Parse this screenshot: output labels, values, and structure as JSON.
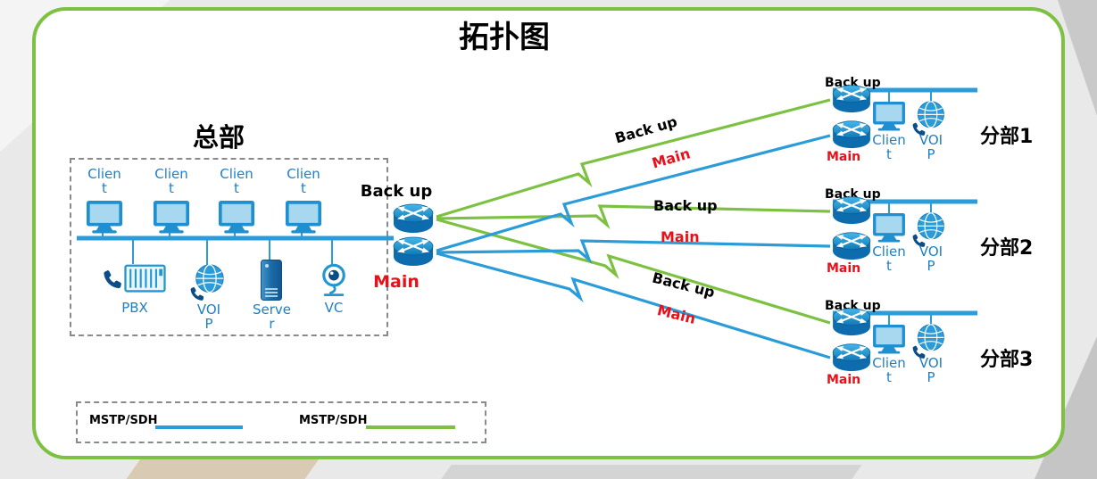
{
  "title": "拓扑图",
  "headquarters": {
    "label": "总部",
    "clients": [
      {
        "label": "Client"
      },
      {
        "label": "Client"
      },
      {
        "label": "Client"
      },
      {
        "label": "Client"
      }
    ],
    "devices": [
      {
        "label": "PBX"
      },
      {
        "label": "VOIP"
      },
      {
        "label": "Server"
      },
      {
        "label": "VC"
      }
    ]
  },
  "core_routers": {
    "backup_label": "Back up",
    "main_label": "Main"
  },
  "links": [
    {
      "label": "Back up",
      "line": "green",
      "to": "分部1"
    },
    {
      "label": "Main",
      "line": "blue",
      "to": "分部1"
    },
    {
      "label": "Back up",
      "line": "green",
      "to": "分部2"
    },
    {
      "label": "Main",
      "line": "blue",
      "to": "分部2"
    },
    {
      "label": "Back up",
      "line": "green",
      "to": "分部3"
    },
    {
      "label": "Main",
      "line": "blue",
      "to": "分部3"
    }
  ],
  "branches": [
    {
      "name": "分部1",
      "backup_label": "Back up",
      "main_label": "Main",
      "client_label": "Client",
      "voip_label": "VOIP"
    },
    {
      "name": "分部2",
      "backup_label": "Back up",
      "main_label": "Main",
      "client_label": "Client",
      "voip_label": "VOIP"
    },
    {
      "name": "分部3",
      "backup_label": "Back up",
      "main_label": "Main",
      "client_label": "Client",
      "voip_label": "VOIP"
    }
  ],
  "legend": {
    "items": [
      {
        "label": "MSTP/SDH",
        "color": "#2B9CD8"
      },
      {
        "label": "MSTP/SDH",
        "color": "#7CC142"
      }
    ]
  },
  "colors": {
    "main_line_blue": "#2B9CD8",
    "backup_line_green": "#7CC142",
    "main_text_red": "#E8111A",
    "device_label_blue": "#1E7FC5",
    "border_green": "#7CC142"
  }
}
